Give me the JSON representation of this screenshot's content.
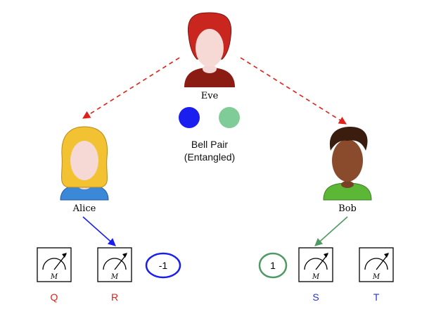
{
  "people": {
    "eve": {
      "label": "Eve",
      "hair_color": "#c8261f",
      "shirt_color": "#8a1c14"
    },
    "alice": {
      "label": "Alice",
      "hair_color": "#f2c232",
      "shirt_color": "#3b87d8"
    },
    "bob": {
      "label": "Bob",
      "hair_color": "#3a1d0e",
      "shirt_color": "#5cb737"
    }
  },
  "bell_pair": {
    "line1": "Bell Pair",
    "line2": "(Entangled)",
    "colors": [
      "#1a1ff0",
      "#7fcc98"
    ]
  },
  "meters": [
    {
      "id": "Q",
      "label": "Q",
      "symbol": "M",
      "label_color": "#e0201a"
    },
    {
      "id": "R",
      "label": "R",
      "symbol": "M",
      "label_color": "#e0201a"
    },
    {
      "id": "S",
      "label": "S",
      "symbol": "M",
      "label_color": "#2a31d6"
    },
    {
      "id": "T",
      "label": "T",
      "symbol": "M",
      "label_color": "#2a31d6"
    }
  ],
  "results": {
    "alice": {
      "value": "-1",
      "color": "#1a1ff0"
    },
    "bob": {
      "value": "1",
      "color": "#4f9a64"
    }
  },
  "arrows": {
    "eve_to_players": {
      "color": "#e0201a",
      "style": "dashed"
    },
    "alice_to_r": {
      "color": "#1a1ff0"
    },
    "bob_to_s": {
      "color": "#4f9a64"
    }
  }
}
